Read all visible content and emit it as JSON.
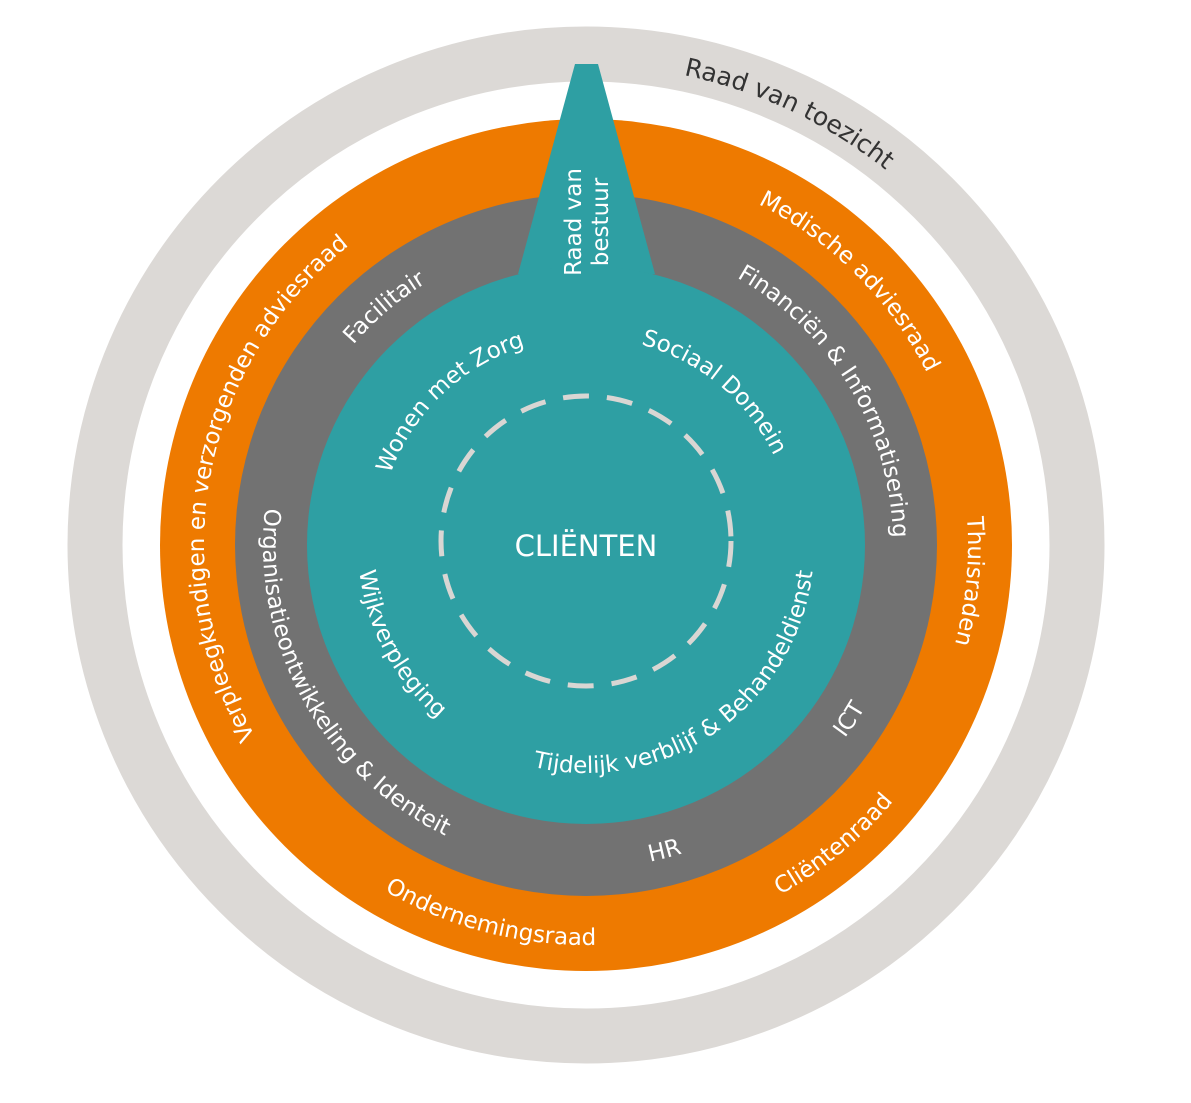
{
  "colors": {
    "outer_ring": "#dcd9d6",
    "orange_ring": "#ee7a00",
    "gray_ring": "#727272",
    "teal": "#2e9fa3",
    "dashed": "#d9d6d3"
  },
  "outer_ring": {
    "label": "Raad van toezicht"
  },
  "advisory_ring": {
    "items": [
      "Medische adviesraad",
      "Thuisraden",
      "Cliëntenraad",
      "Ondernemingsraad",
      "Verpleegkundigen en verzorgenden adviesraad"
    ]
  },
  "support_ring": {
    "items": [
      "Facilitair",
      "Financiën & Informatisering",
      "ICT",
      "HR",
      "Organisatieontwikkeling & Identeit"
    ]
  },
  "board": {
    "line1": "Raad van",
    "line2": "bestuur"
  },
  "core": {
    "items": [
      "Wonen met Zorg",
      "Sociaal Domein",
      "Tijdelijk verblijf & Behandeldienst",
      "Wijkverpleging"
    ],
    "center": "CLIËNTEN"
  }
}
